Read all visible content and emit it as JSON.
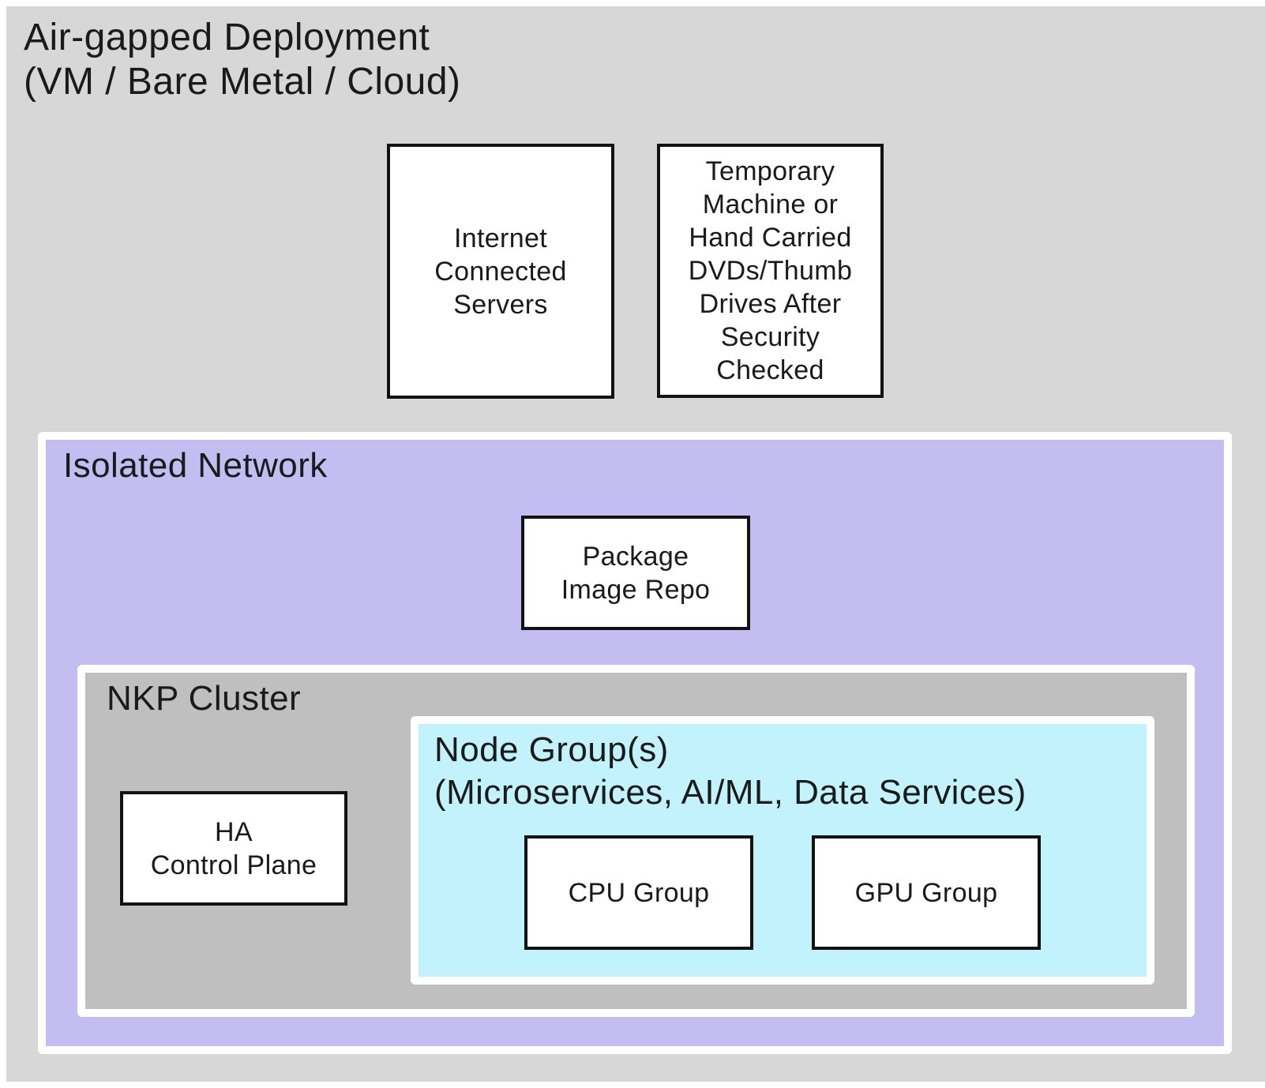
{
  "diagram": {
    "title_lines": [
      "Air-gapped Deployment",
      "(VM / Bare Metal / Cloud)"
    ],
    "colors": {
      "outer_background": "#d7d7d7",
      "isolated_network_background": "#c3bdf2",
      "nkp_cluster_background": "#bfbfbf",
      "node_groups_background": "#c2f3fc",
      "node_box_background": "#ffffff",
      "node_box_border": "#121212",
      "container_border": "#ffffff",
      "text": "#1a1a1a"
    },
    "top_boxes": {
      "internet_servers": {
        "label_lines": [
          "Internet",
          "Connected",
          "Servers"
        ]
      },
      "temp_machine": {
        "label_lines": [
          "Temporary",
          "Machine or",
          "Hand Carried",
          "DVDs/Thumb",
          "Drives After",
          "Security",
          "Checked"
        ]
      }
    },
    "isolated_network": {
      "title": "Isolated Network",
      "package_repo": {
        "label_lines": [
          "Package",
          "Image Repo"
        ]
      },
      "nkp_cluster": {
        "title": "NKP Cluster",
        "ha_control_plane": {
          "label_lines": [
            "HA",
            "Control Plane"
          ]
        },
        "node_groups": {
          "title_lines": [
            "Node Group(s)",
            "(Microservices, AI/ML, Data Services)"
          ],
          "cpu_group": {
            "label": "CPU Group"
          },
          "gpu_group": {
            "label": "GPU Group"
          }
        }
      }
    }
  }
}
